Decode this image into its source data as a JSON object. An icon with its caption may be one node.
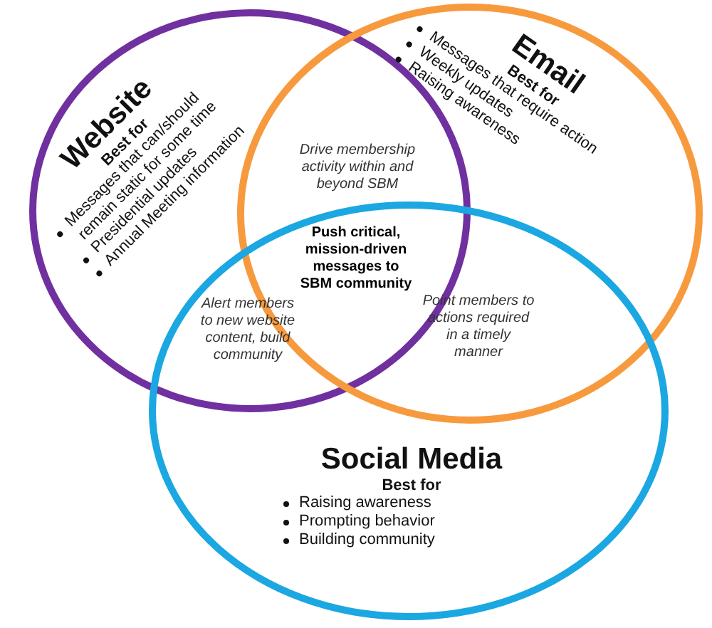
{
  "diagram": {
    "nodes": [
      {
        "text": [
          "Website",
          "Best for",
          "Messages that can/should remain static for some time",
          "Presidential updates",
          "Annual Meeting information"
        ]
      },
      {
        "text": [
          "Email",
          "Best for",
          "Messages that require action",
          "Weekly updates",
          "Raising awareness"
        ]
      },
      {
        "text": [
          "Social Media",
          "Best for",
          "Raising awareness",
          "Prompting behavior",
          "Building community"
        ]
      }
    ],
    "labels": [
      "Drive membership activity within and beyond SBM",
      "Push critical, mission-driven messages to SBM community",
      "Alert members to new website content, build community",
      "Point members to actions required in a timely manner"
    ]
  }
}
